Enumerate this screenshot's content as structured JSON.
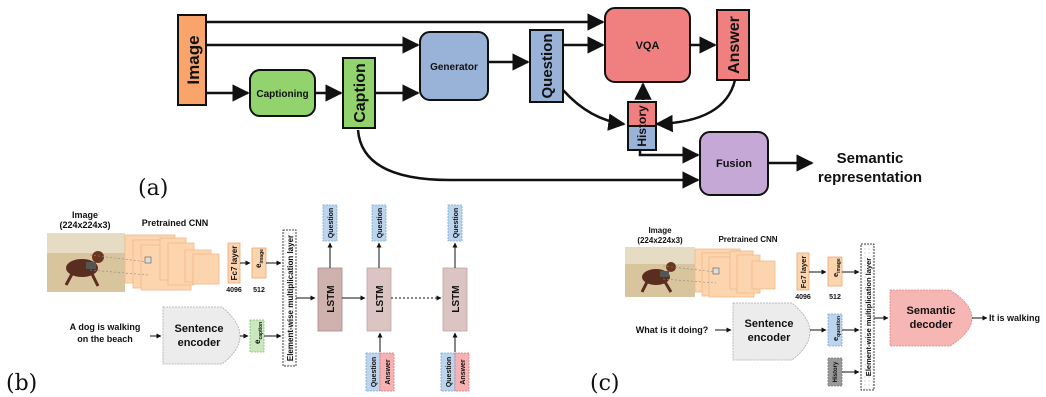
{
  "panel_labels": {
    "a": "(a)",
    "b": "(b)",
    "c": "(c)"
  },
  "top": {
    "image": "Image",
    "captioning": "Captioning",
    "caption": "Caption",
    "generator": "Generator",
    "question": "Question",
    "vqa": "VQA",
    "answer": "Answer",
    "history": "History",
    "fusion": "Fusion",
    "semantic_line1": "Semantic",
    "semantic_line2": "representation"
  },
  "b": {
    "image_title": "Image",
    "image_size": "(224x224x3)",
    "pretrained": "Pretrained CNN",
    "fc7": "Fc7 layer",
    "dim4096": "4096",
    "dim512": "512",
    "e_image": "e",
    "e_image_sub": "image",
    "e_caption": "e",
    "e_caption_sub": "caption",
    "sentence1": "Sentence",
    "sentence2": "encoder",
    "input_line1": "A dog is walking",
    "input_line2": "on the beach",
    "mult": "Element-wise multiplication layer",
    "lstm": "LSTM",
    "question": "Question",
    "answer": "Answer"
  },
  "c": {
    "image_title": "Image",
    "image_size": "(224x224x3)",
    "pretrained": "Pretrained CNN",
    "fc7": "Fc7 layer",
    "dim4096": "4096",
    "dim512": "512",
    "e": "e",
    "e_image_sub": "image",
    "e_question_sub": "question",
    "history": "History",
    "sentence1": "Sentence",
    "sentence2": "encoder",
    "input": "What is it doing?",
    "mult": "Element-wise multiplication layer",
    "decoder1": "Semantic",
    "decoder2": "decoder",
    "output": "It is walking"
  },
  "colors": {
    "image": "#f9a46b",
    "captioning": "#92d36e",
    "generator": "#99b3d8",
    "vqa": "#f08080",
    "fusion": "#c6a8d6",
    "lstm": "#cfb1ad",
    "fc": "#fcd4ad",
    "question_blue": "#bcd4ec",
    "answer_red": "#f6b2b2",
    "e_green": "#c9e8bf",
    "history_gray": "#9a9a9a",
    "decoder_pink": "#f6b6b3"
  }
}
